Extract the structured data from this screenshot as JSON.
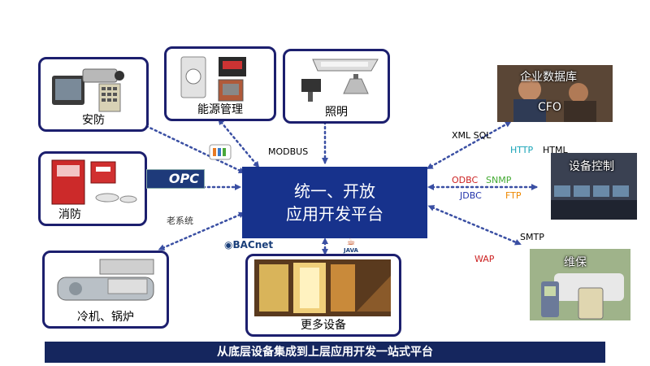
{
  "center": {
    "line1": "统一、开放",
    "line2": "应用开发平台"
  },
  "boxes": {
    "security": "安防",
    "energy": "能源管理",
    "lighting": "照明",
    "fire": "消防",
    "hvac": "冷机、锅炉",
    "more": "更多设备"
  },
  "photos": {
    "enterprise_db": "企业数据库",
    "cfo": "CFO",
    "device_control": "设备控制",
    "maintenance": "维保"
  },
  "protocols": {
    "modbus": "MODBUS",
    "old_system": "老系统",
    "bacnet": "BACnet",
    "java": "JAVA",
    "opc": "OPC",
    "xml_sql": "XML SQL",
    "http": "HTTP",
    "html": "HTML",
    "odbc": "ODBC",
    "snmp": "SNMP",
    "jdbc": "JDBC",
    "ftp": "FTP",
    "smtp": "SMTP",
    "wap": "WAP"
  },
  "colors": {
    "box_border": "#1c1f6e",
    "center_fill": "#17328c",
    "banner_fill": "#15265e",
    "arrow": "#3a4fa3",
    "protocol_red": "#cc2222",
    "protocol_teal": "#1aa5b8",
    "protocol_green": "#44aa33",
    "protocol_blue": "#2233aa",
    "protocol_orange": "#ee8800"
  },
  "banner": "从底层设备集成到上层应用开发一站式平台"
}
